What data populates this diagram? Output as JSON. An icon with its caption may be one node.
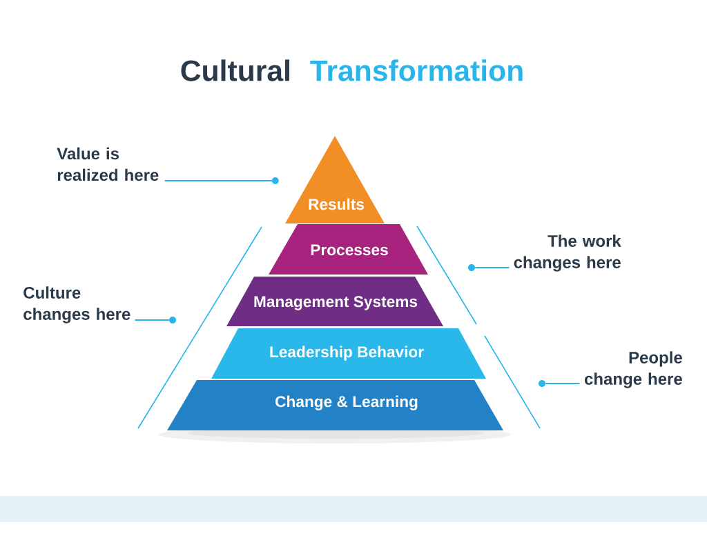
{
  "diagram": {
    "title": "Cultural Transformation",
    "nodes": [
      {
        "text": [
          "Value is realized here"
        ]
      },
      {
        "text": [
          "Results"
        ]
      },
      {
        "text": [
          "Processes"
        ]
      },
      {
        "text": [
          "Management Systems"
        ]
      },
      {
        "text": [
          "Leadership Behavior"
        ]
      },
      {
        "text": [
          "Change & Learning"
        ]
      },
      {
        "text": [
          "Culture changes here"
        ]
      },
      {
        "text": [
          "The work changes here"
        ]
      },
      {
        "text": [
          "People change here"
        ]
      },
      {
        "text": [],
        "shape": "circle"
      },
      {
        "text": [],
        "shape": "circle"
      },
      {
        "text": [],
        "shape": "circle"
      }
    ],
    "edges": [
      {
        "from": 0,
        "to": 1,
        "arrow": "to"
      },
      {
        "from": 6,
        "to": 9,
        "arrow": "none"
      },
      {
        "from": 7,
        "to": 10,
        "arrow": "none"
      },
      {
        "from": 8,
        "to": 11,
        "arrow": "none"
      }
    ]
  }
}
